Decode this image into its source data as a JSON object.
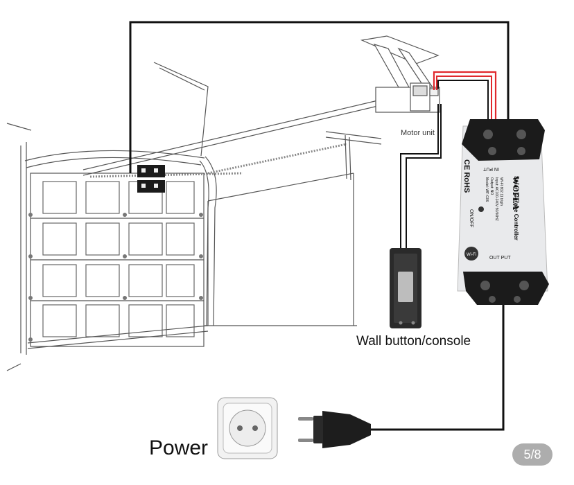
{
  "labels": {
    "motor_unit": "Motor unit",
    "wall_button": "Wall button/console",
    "power": "Power"
  },
  "controller": {
    "brand": "WOFEA",
    "product": "Smart Garage Controller",
    "input_label": "IN PUT",
    "output_label": "OUT PUT",
    "switch_label": "ON/OFF",
    "certifications": "CE RoHS",
    "spec_lines": [
      "WI-FI 802.11 b/g/n",
      "Input: AC100-240V 50/60HZ",
      "Output: NO",
      "Model: WF-G06"
    ],
    "wifi_badge": "Wi-Fi"
  },
  "pager": {
    "current": 5,
    "total": 8,
    "text": "5/8"
  },
  "colors": {
    "wire_black": "#111111",
    "wire_red": "#e0282c",
    "controller_body": "#e9eaec",
    "controller_cap": "#1b1b1b",
    "line_art": "#555555"
  },
  "icons": [
    "garage-door-icon",
    "motor-unit-icon",
    "wall-button-icon",
    "power-socket-icon",
    "power-plug-icon",
    "wifi-icon"
  ]
}
